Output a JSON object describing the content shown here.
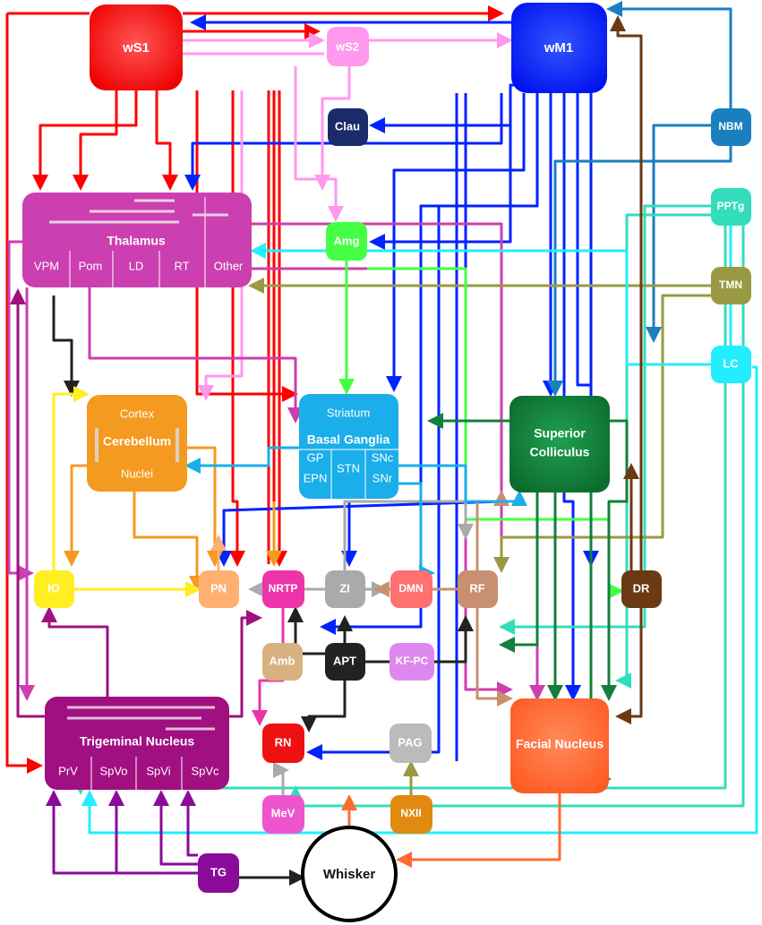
{
  "nodes": {
    "ws1": {
      "label": "wS1",
      "color": "#ff0000"
    },
    "ws2": {
      "label": "wS2",
      "color": "#ff99ee"
    },
    "wm1": {
      "label": "wM1",
      "color": "#0022ff"
    },
    "clau": {
      "label": "Clau",
      "color": "#1a2a6a"
    },
    "nbm": {
      "label": "NBM",
      "color": "#1a7fbf"
    },
    "pptg": {
      "label": "PPTg",
      "color": "#33ddbb"
    },
    "tmn": {
      "label": "TMN",
      "color": "#999944"
    },
    "lc": {
      "label": "LC",
      "color": "#22eeff"
    },
    "amg": {
      "label": "Amg",
      "color": "#44ff44"
    },
    "thalamus": {
      "label": "Thalamus",
      "color": "#cc3fb0",
      "subs": [
        "VPM",
        "Pom",
        "LD",
        "RT",
        "Other"
      ]
    },
    "cerebellum": {
      "label": "Cerebellum",
      "color": "#f59a20",
      "top": "Cortex",
      "bottom": "Nuclei"
    },
    "basal": {
      "label": "Basal Ganglia",
      "color": "#1aaeea",
      "top": "Striatum",
      "subs": [
        "GP",
        "SNc",
        "EPN",
        "STN",
        "SNr"
      ]
    },
    "sc": {
      "label": "Superior",
      "label2": "Colliculus",
      "color": "#11803a"
    },
    "io": {
      "label": "IO",
      "color": "#ffee22"
    },
    "pn": {
      "label": "PN",
      "color": "#ffb070"
    },
    "nrtp": {
      "label": "NRTP",
      "color": "#ee33aa"
    },
    "zi": {
      "label": "ZI",
      "color": "#aaaaaa"
    },
    "dmn": {
      "label": "DMN",
      "color": "#ff7070"
    },
    "rf": {
      "label": "RF",
      "color": "#c89070"
    },
    "dr": {
      "label": "DR",
      "color": "#6b3a12"
    },
    "amb": {
      "label": "Amb",
      "color": "#d9b080"
    },
    "apt": {
      "label": "APT",
      "color": "#222222"
    },
    "kfpc": {
      "label": "KF-PC",
      "color": "#dd88ee"
    },
    "trig": {
      "label": "Trigeminal Nucleus",
      "color": "#a01080",
      "subs": [
        "PrV",
        "SpVo",
        "SpVi",
        "SpVc"
      ]
    },
    "rn": {
      "label": "RN",
      "color": "#ee1111"
    },
    "pag": {
      "label": "PAG",
      "color": "#bbbbbb"
    },
    "facial": {
      "label": "Facial Nucleus",
      "color": "#ff6a33"
    },
    "mev": {
      "label": "MeV",
      "color": "#ee55cc"
    },
    "nxii": {
      "label": "NXII",
      "color": "#e08a10"
    },
    "tg": {
      "label": "TG",
      "color": "#8a0a9a"
    },
    "whisker": {
      "label": "Whisker",
      "color": "#ffffff"
    }
  },
  "edge_colors": [
    "#ff0000",
    "#0022ff",
    "#ff99ee",
    "#cc3fb0",
    "#1a7fbf",
    "#33ddbb",
    "#999944",
    "#22eeff",
    "#44ff44",
    "#f59a20",
    "#11803a",
    "#6b3a12",
    "#222222",
    "#aaaaaa",
    "#ffb070",
    "#c89070",
    "#a01080",
    "#ff6a33",
    "#8a0a9a",
    "#1aaeea",
    "#ee33aa",
    "#ffee22"
  ]
}
